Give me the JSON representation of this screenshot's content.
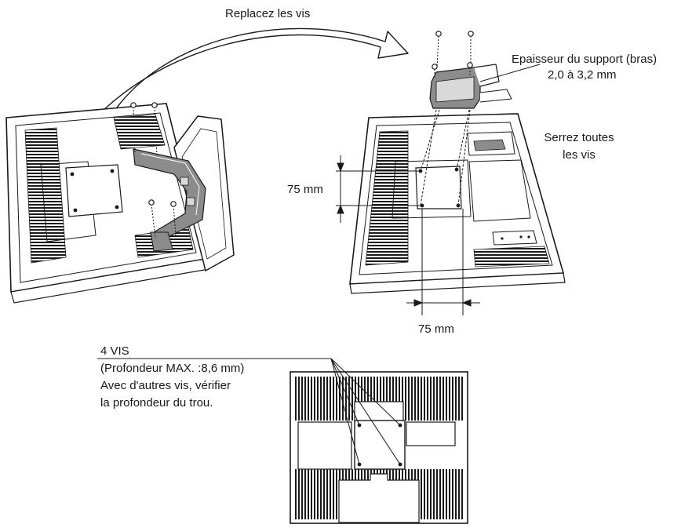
{
  "labels": {
    "replace_screws": "Replacez les vis",
    "arm_thickness_line1": "Epaisseur du support (bras)",
    "arm_thickness_line2": "2,0 à 3,2 mm",
    "tighten_line1": "Serrez toutes",
    "tighten_line2": "les vis",
    "dim_vertical": "75 mm",
    "dim_horizontal": "75 mm",
    "screws_line1": "4 VIS",
    "screws_line2": "(Profondeur MAX. :8,6 mm)",
    "screws_line3": "Avec d'autres vis, vérifier",
    "screws_line4": "la profondeur du trou."
  },
  "colors": {
    "ink": "#1a1a1a",
    "shade": "#8c8c8c",
    "light": "#d9d9d9",
    "paper": "#ffffff"
  }
}
